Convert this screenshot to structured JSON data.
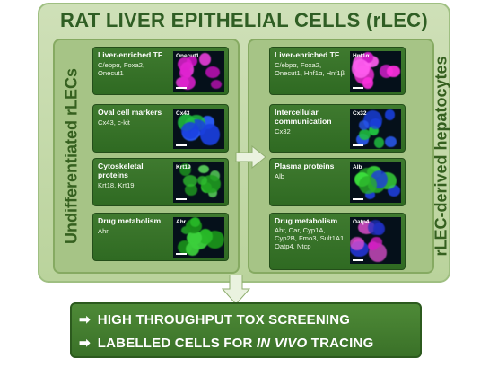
{
  "title": "RAT LIVER EPITHELIAL CELLS (rLEC)",
  "left_label": "Undifferentiated rLECs",
  "right_label": "rLEC-derived hepatocytes",
  "left_cards": [
    {
      "title": "Liver-enriched TF",
      "body": "C/ebpα, Foxa2, Onecut1",
      "marker": "Onecut1"
    },
    {
      "title": "Oval cell markers",
      "body": "Cx43, c-kit",
      "marker": "Cx43"
    },
    {
      "title": "Cytoskeletal proteins",
      "body": "Krt18, Krt19",
      "marker": "Krt19"
    },
    {
      "title": "Drug metabolism",
      "body": "Ahr",
      "marker": "Ahr"
    }
  ],
  "right_cards": [
    {
      "title": "Liver-enriched TF",
      "body": "C/ebpα, Foxa2, Onecut1, Hnf1α, Hnf1β",
      "marker": "Hnf1α"
    },
    {
      "title": "Intercellular communication",
      "body": "Cx32",
      "marker": "Cx32"
    },
    {
      "title": "Plasma proteins",
      "body": "Alb",
      "marker": "Alb"
    },
    {
      "title": "Drug metabolism",
      "body": "Ahr, Car, Cyp1A, Cyp2B, Fmo3, Sult1A1, Oatp4, Ntcp",
      "marker": "Oatp4"
    }
  ],
  "bottom": {
    "line1": "HIGH THROUGHPUT TOX SCREENING",
    "line2_prefix": "LABELLED CELLS FOR ",
    "line2_italic": "IN VIVO",
    "line2_suffix": " TRACING"
  },
  "colors": {
    "outer_bg": "#c4d9a9",
    "panel_bg": "#a6c486",
    "card_bg": "#356f26",
    "title": "#2f5e24",
    "bottom_bg": "#447d30"
  }
}
